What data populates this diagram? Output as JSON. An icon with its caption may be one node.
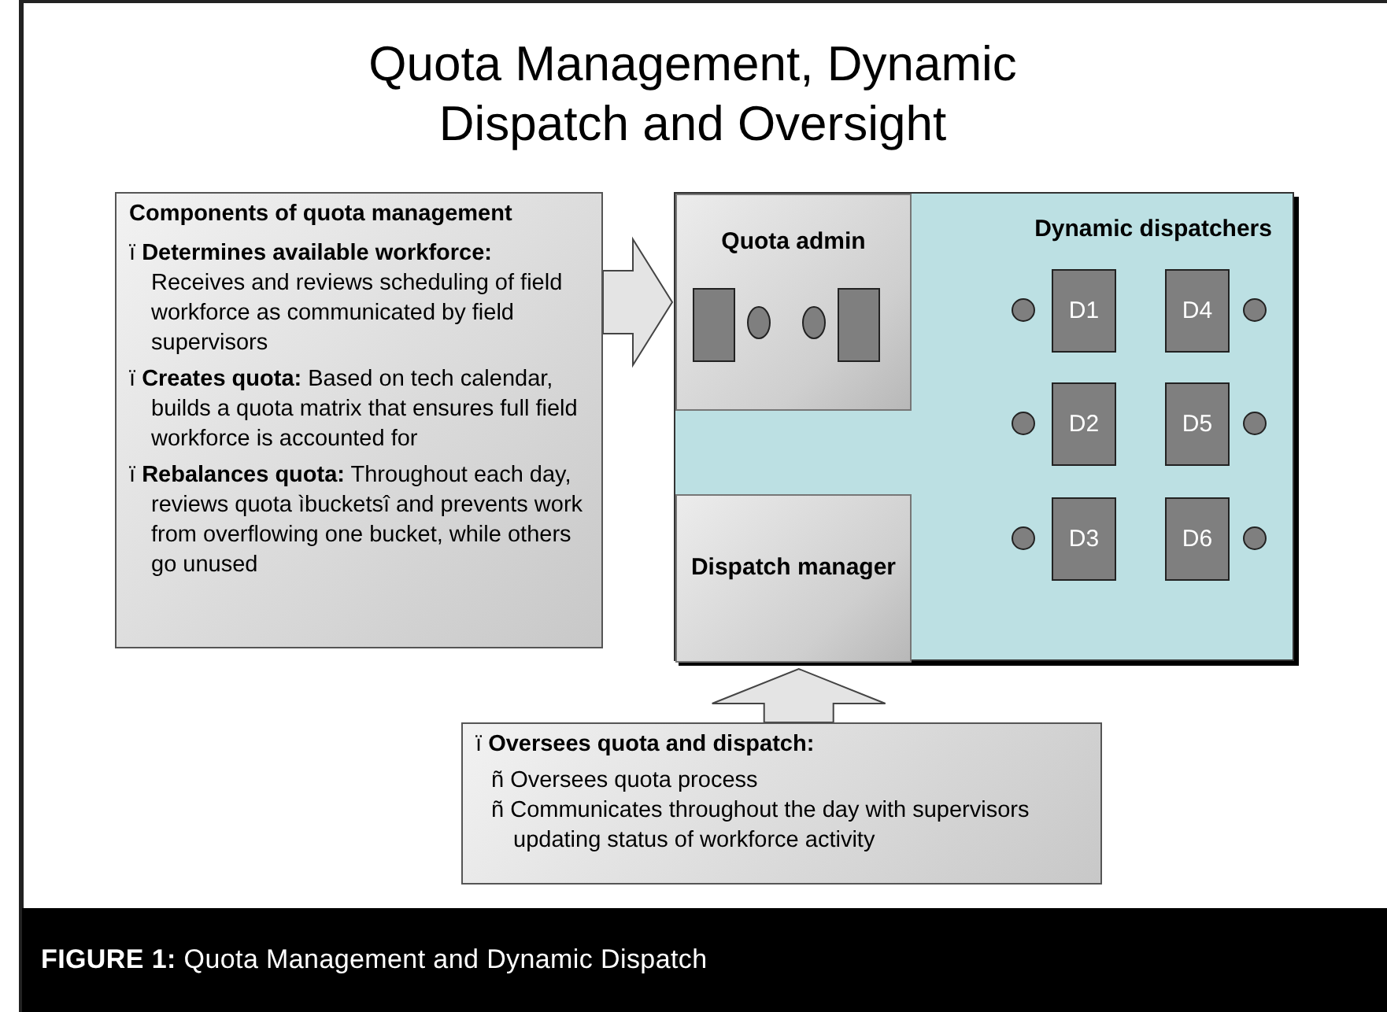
{
  "diagram": {
    "title": "Quota Management, Dynamic Dispatch and Oversight",
    "caption": "**FIGURE 1:** Quota Management and Dynamic Dispatch",
    "nodes": [
      {
        "text": [
          "Components of quota management",
          "ï **Determines available workforce:** Receives and reviews scheduling of field workforce as communicated by field  supervisors",
          "ï **Creates quota:**  Based on tech calendar, builds a quota matrix that ensures full field workforce is accounted for",
          "ï **Rebalances quota:**  Throughout each day, reviews quota ìbucketsî and prevents work from overflowing one bucket, while others go unused"
        ]
      },
      {
        "text": [
          "Dynamic dispatchers"
        ]
      },
      {
        "text": [
          "Quota admin"
        ],
        "in": 1
      },
      {
        "text": [],
        "shape": "box",
        "in": 2
      },
      {
        "text": [],
        "shape": "box",
        "in": 2
      },
      {
        "text": [
          "Dispatch manager"
        ],
        "in": 1
      },
      {
        "text": [
          "D1"
        ],
        "in": 1
      },
      {
        "text": [
          "D4"
        ],
        "in": 1
      },
      {
        "text": [
          "D2"
        ],
        "in": 1
      },
      {
        "text": [
          "D5"
        ],
        "in": 1
      },
      {
        "text": [
          "D3"
        ],
        "in": 1
      },
      {
        "text": [
          "D6"
        ],
        "in": 1
      },
      {
        "text": [
          "ï **Oversees quota and dispatch:**",
          "ñ Oversees quota process",
          "ñ Communicates throughout the day with supervisors updating status of workforce activity"
        ]
      }
    ],
    "edges": [
      {
        "from": 0,
        "to": 2,
        "arrow": "to"
      },
      {
        "from": 12,
        "to": 5,
        "arrow": "to"
      }
    ]
  }
}
